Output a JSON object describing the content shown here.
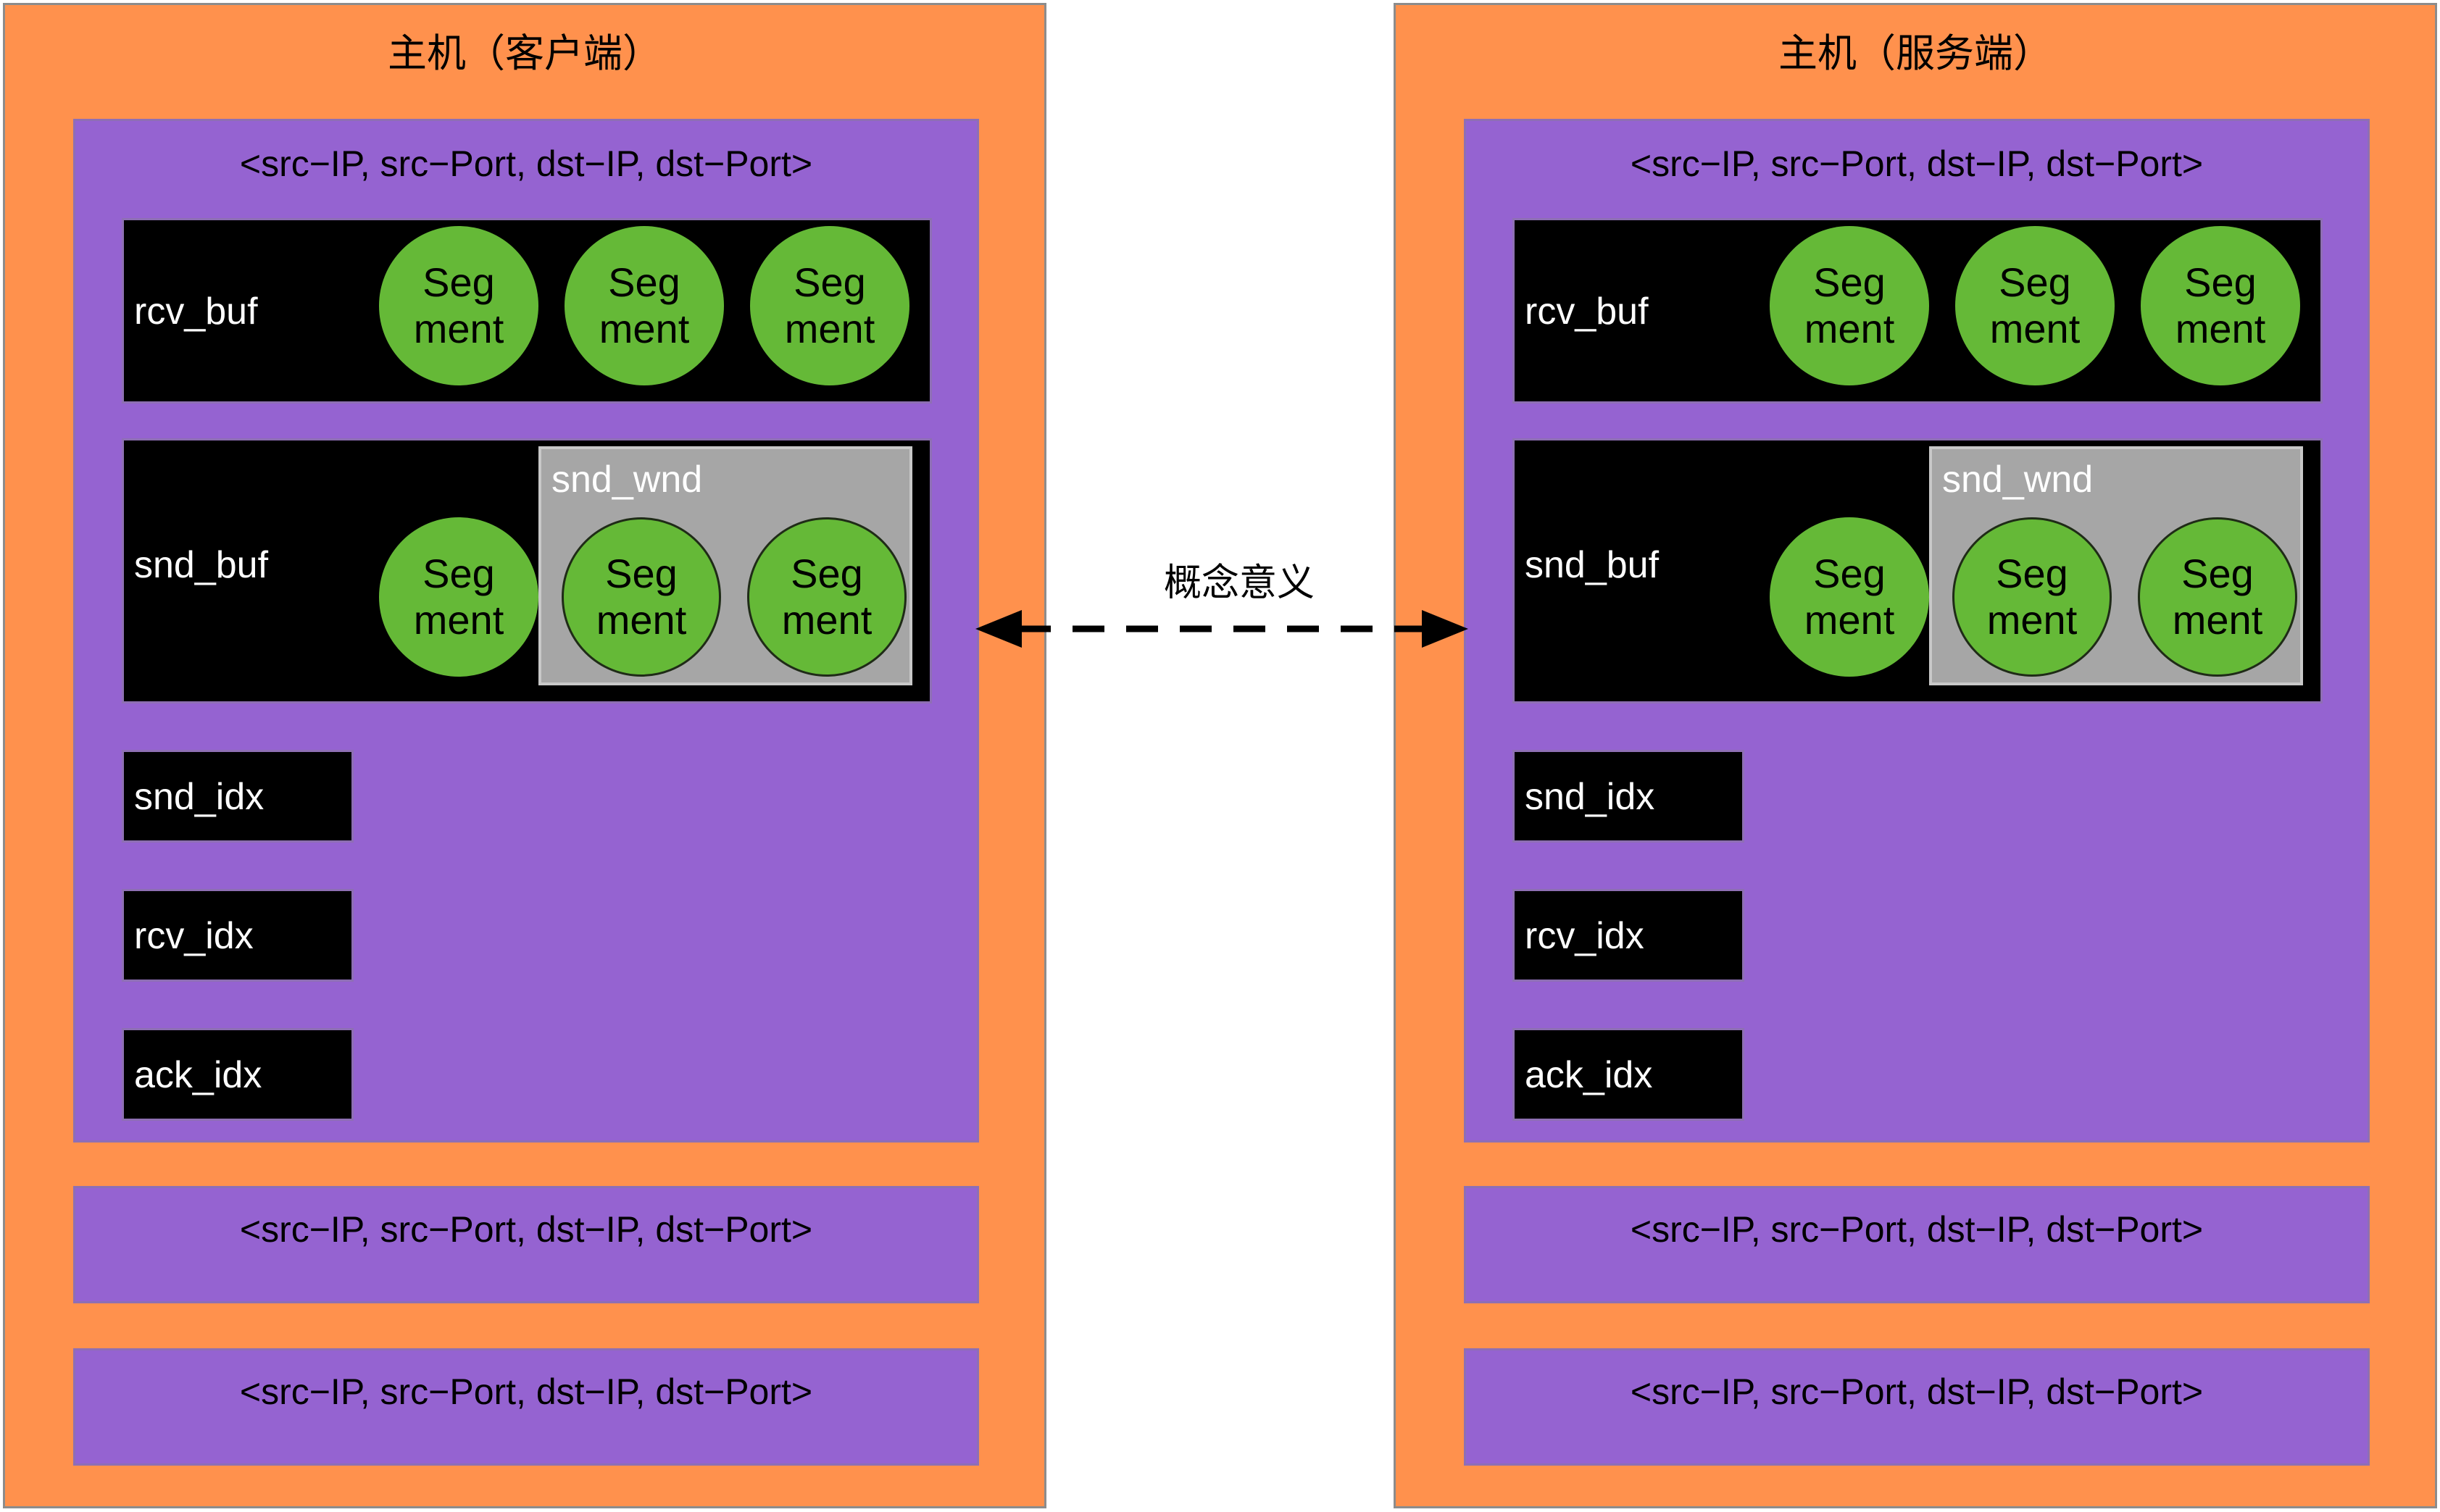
{
  "connector_label": "概念意义",
  "hosts": [
    {
      "title": "主机（客户端）",
      "connection": {
        "tuple": "<src−IP, src−Port, dst−IP, dst−Port>",
        "rcv_buf": {
          "label": "rcv_buf",
          "segments": [
            [
              "Seg",
              "ment"
            ],
            [
              "Seg",
              "ment"
            ],
            [
              "Seg",
              "ment"
            ]
          ]
        },
        "snd_buf": {
          "label": "snd_buf",
          "segment": [
            "Seg",
            "ment"
          ],
          "snd_wnd": {
            "label": "snd_wnd",
            "segments": [
              [
                "Seg",
                "ment"
              ],
              [
                "Seg",
                "ment"
              ]
            ]
          }
        },
        "indices": [
          "snd_idx",
          "rcv_idx",
          "ack_idx"
        ]
      },
      "other_connections": [
        "<src−IP, src−Port, dst−IP, dst−Port>",
        "<src−IP, src−Port, dst−IP, dst−Port>"
      ]
    },
    {
      "title": "主机（服务端）",
      "connection": {
        "tuple": "<src−IP, src−Port, dst−IP, dst−Port>",
        "rcv_buf": {
          "label": "rcv_buf",
          "segments": [
            [
              "Seg",
              "ment"
            ],
            [
              "Seg",
              "ment"
            ],
            [
              "Seg",
              "ment"
            ]
          ]
        },
        "snd_buf": {
          "label": "snd_buf",
          "segment": [
            "Seg",
            "ment"
          ],
          "snd_wnd": {
            "label": "snd_wnd",
            "segments": [
              [
                "Seg",
                "ment"
              ],
              [
                "Seg",
                "ment"
              ]
            ]
          }
        },
        "indices": [
          "snd_idx",
          "rcv_idx",
          "ack_idx"
        ]
      },
      "other_connections": [
        "<src−IP, src−Port, dst−IP, dst−Port>",
        "<src−IP, src−Port, dst−IP, dst−Port>"
      ]
    }
  ],
  "colors": {
    "host": "#ff914d",
    "connection": "#9563d1",
    "buffer": "#000000",
    "window": "#a6a6a6",
    "segment": "#65b937"
  }
}
